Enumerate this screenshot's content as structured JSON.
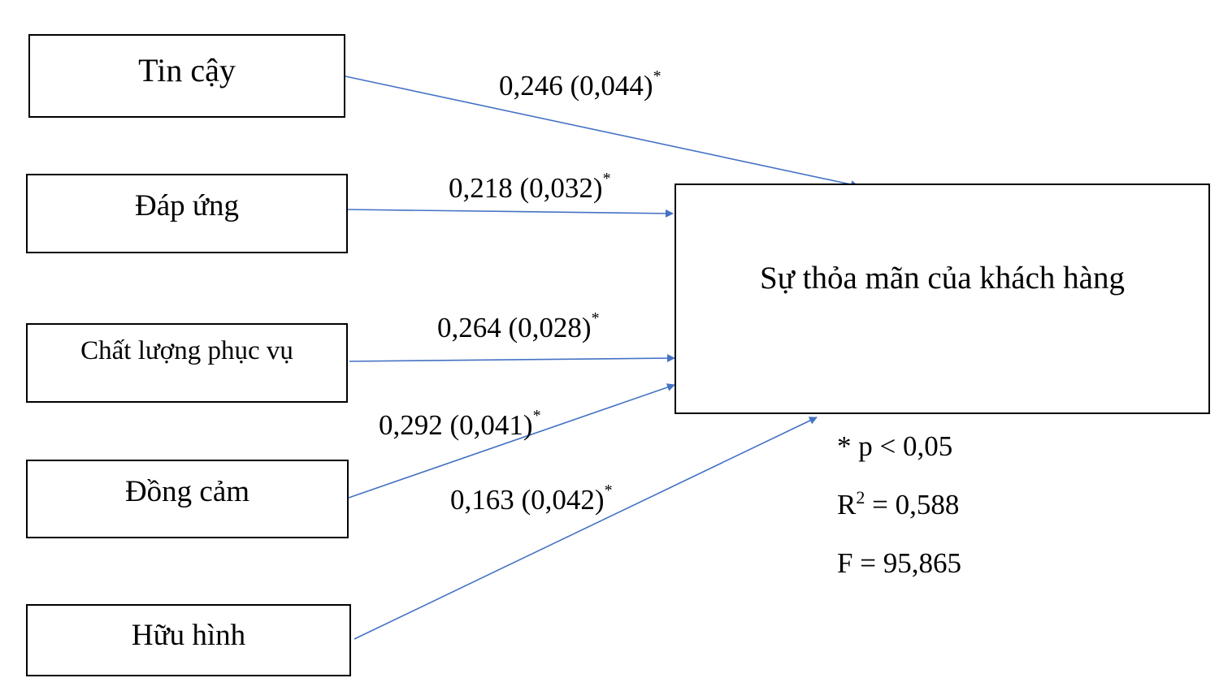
{
  "predictors": [
    {
      "label": "Tin cậy",
      "coefficient": "0,246 (0,044)",
      "significance": "*"
    },
    {
      "label": "Đáp ứng",
      "coefficient": "0,218 (0,032)",
      "significance": "*"
    },
    {
      "label": "Chất lượng phục vụ",
      "coefficient": "0,264 (0,028)",
      "significance": "*"
    },
    {
      "label": "Đồng cảm",
      "coefficient": "0,292 (0,041)",
      "significance": "*"
    },
    {
      "label": "Hữu hình",
      "coefficient": "0,163 (0,042)",
      "significance": "*"
    }
  ],
  "outcome": {
    "label": "Sự thỏa mãn của khách hàng"
  },
  "stats": {
    "p_note": "* p < 0,05",
    "r2_prefix": "R",
    "r2_sup": "2",
    "r2_value": " = 0,588",
    "f_note": "F = 95,865"
  },
  "arrow_color": "#4472C4"
}
